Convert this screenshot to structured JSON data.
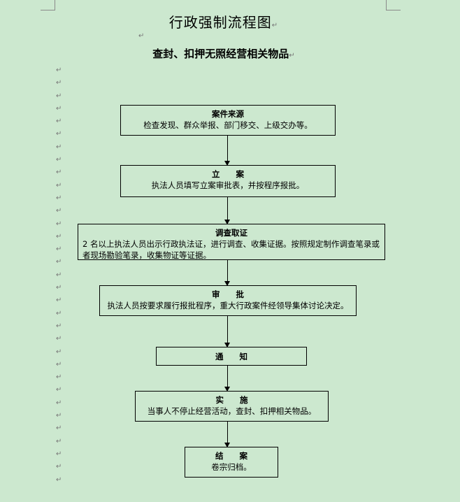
{
  "document": {
    "title": "行政强制流程图",
    "subtitle": "查封、扣押无照经营相关物品",
    "paragraph_mark": "↵"
  },
  "flow": [
    {
      "heading": "案件来源",
      "text": "检查发现、群众举报、部门移交、上级交办等。"
    },
    {
      "heading": "立　　案",
      "text": "执法人员填写立案审批表，并按程序报批。"
    },
    {
      "heading": "调查取证",
      "text": "2 名以上执法人员出示行政执法证，进行调查、收集证据。按照规定制作调查笔录或者现场勘验笔录，收集物证等证据。"
    },
    {
      "heading": "审　　批",
      "text": "执法人员按要求履行报批程序，重大行政案件经领导集体讨论决定。"
    },
    {
      "heading": "通　　知",
      "text": ""
    },
    {
      "heading": "实　　施",
      "text": "当事人不停止经营活动，查封、扣押相关物品。"
    },
    {
      "heading": "结　　案",
      "text": "卷宗归档。"
    }
  ]
}
